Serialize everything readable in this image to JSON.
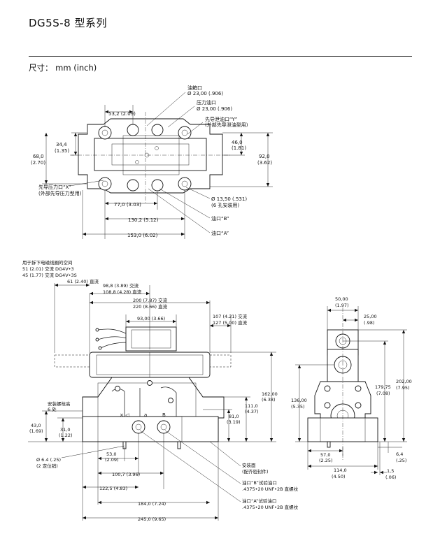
{
  "header": {
    "title": "DG5S-8  型系列",
    "units": "尺寸：   mm   (inch)"
  },
  "top_view": {
    "labels": {
      "tank_port": "油箱口",
      "tank_dia": "Ø 23,00 (.906)",
      "pressure_port": "压力油口",
      "pressure_dia": "Ø 23,00 (.906)",
      "pilot_drain": "先导泄油口“Y”",
      "pilot_drain_note": "(外部先导泄油型用)",
      "pilot_pressure": "先导压力口“X”",
      "pilot_pressure_note": "(外部先导压力型用)",
      "bolt_hole": "Ø 13,50 (.531)",
      "bolt_hole_note": "(6 孔安装用)",
      "port_b": "油口“B”",
      "port_a": "油口“A”"
    },
    "dims": {
      "d1_mm": "53,2",
      "d1_in": "(2.09)",
      "d2_mm": "34,4",
      "d2_in": "(1.35)",
      "d3_mm": "68,0",
      "d3_in": "(2.70)",
      "d4_mm": "46,0",
      "d4_in": "(1.81)",
      "d5_mm": "92,0",
      "d5_in": "(3.62)",
      "d6_mm": "77,0",
      "d6_in": "(3.03)",
      "d7_mm": "130,2",
      "d7_in": "(5.12)",
      "d8_mm": "153,0",
      "d8_in": "(6.02)"
    }
  },
  "front_view": {
    "labels": {
      "space_note": "用于拆下电磁线圈的空间",
      "space_1": "51 (2.01) 交流 DG4V•3",
      "space_2": "45 (1.77) 交流 DG4V•3S",
      "space_3": "61 (2.40) 直流",
      "bolt_height": "安装螺栓高",
      "bolt_places": "6 处",
      "locating_pin": "Ø 6.4 (.25)",
      "locating_pin_note": "(2 定位销)",
      "mounting_face": "安装面",
      "mounting_face_note": "(配齐密封件)",
      "gauge_b": "油口“B”试验油口",
      "gauge_b_thread": ".4375•20 UNF•2B 直螺纹",
      "gauge_a": "油口“A”试验油口",
      "gauge_a_thread": ".4375•20 UNF•2B 直螺纹",
      "mark_x": "× ◁",
      "mark_a": "a",
      "mark_b": "B"
    },
    "dims": {
      "f1": "98,8 (3.89) 交流",
      "f2": "108,8 (4.28) 直流",
      "f3": "200 (7.87) 交流",
      "f4": "220 (8.66) 直流",
      "f5": "93,00 (3.66)",
      "f6": "107 (4.21) 交流",
      "f7": "127 (5.00) 直流",
      "f8_mm": "162,00",
      "f8_in": "(6.38)",
      "f9_mm": "111,0",
      "f9_in": "(4.37)",
      "f10_mm": "81,0",
      "f10_in": "(3.19)",
      "f11_mm": "43,0",
      "f11_in": "(1.69)",
      "f12_mm": "31,0",
      "f12_in": "(1.22)",
      "f13_mm": "53,0",
      "f13_in": "(2.09)",
      "f14": "100,7 (3.96)",
      "f15": "122,5 (4.83)",
      "f16": "184,0 (7.24)",
      "f17": "245,0 (9.65)"
    }
  },
  "side_view": {
    "dims": {
      "s1_mm": "50,00",
      "s1_in": "(1.97)",
      "s2_mm": "25,00",
      "s2_in": "(.98)",
      "s3_mm": "179,75",
      "s3_in": "(7.08)",
      "s4_mm": "202,00",
      "s4_in": "(7.95)",
      "s5_mm": "136,00",
      "s5_in": "(5.35)",
      "s6_mm": "57,0",
      "s6_in": "(2.25)",
      "s7_mm": "6,4",
      "s7_in": "(.25)",
      "s8_mm": "114,0",
      "s8_in": "(4.50)",
      "s9_mm": "1,5",
      "s9_in": "(.06)"
    }
  }
}
